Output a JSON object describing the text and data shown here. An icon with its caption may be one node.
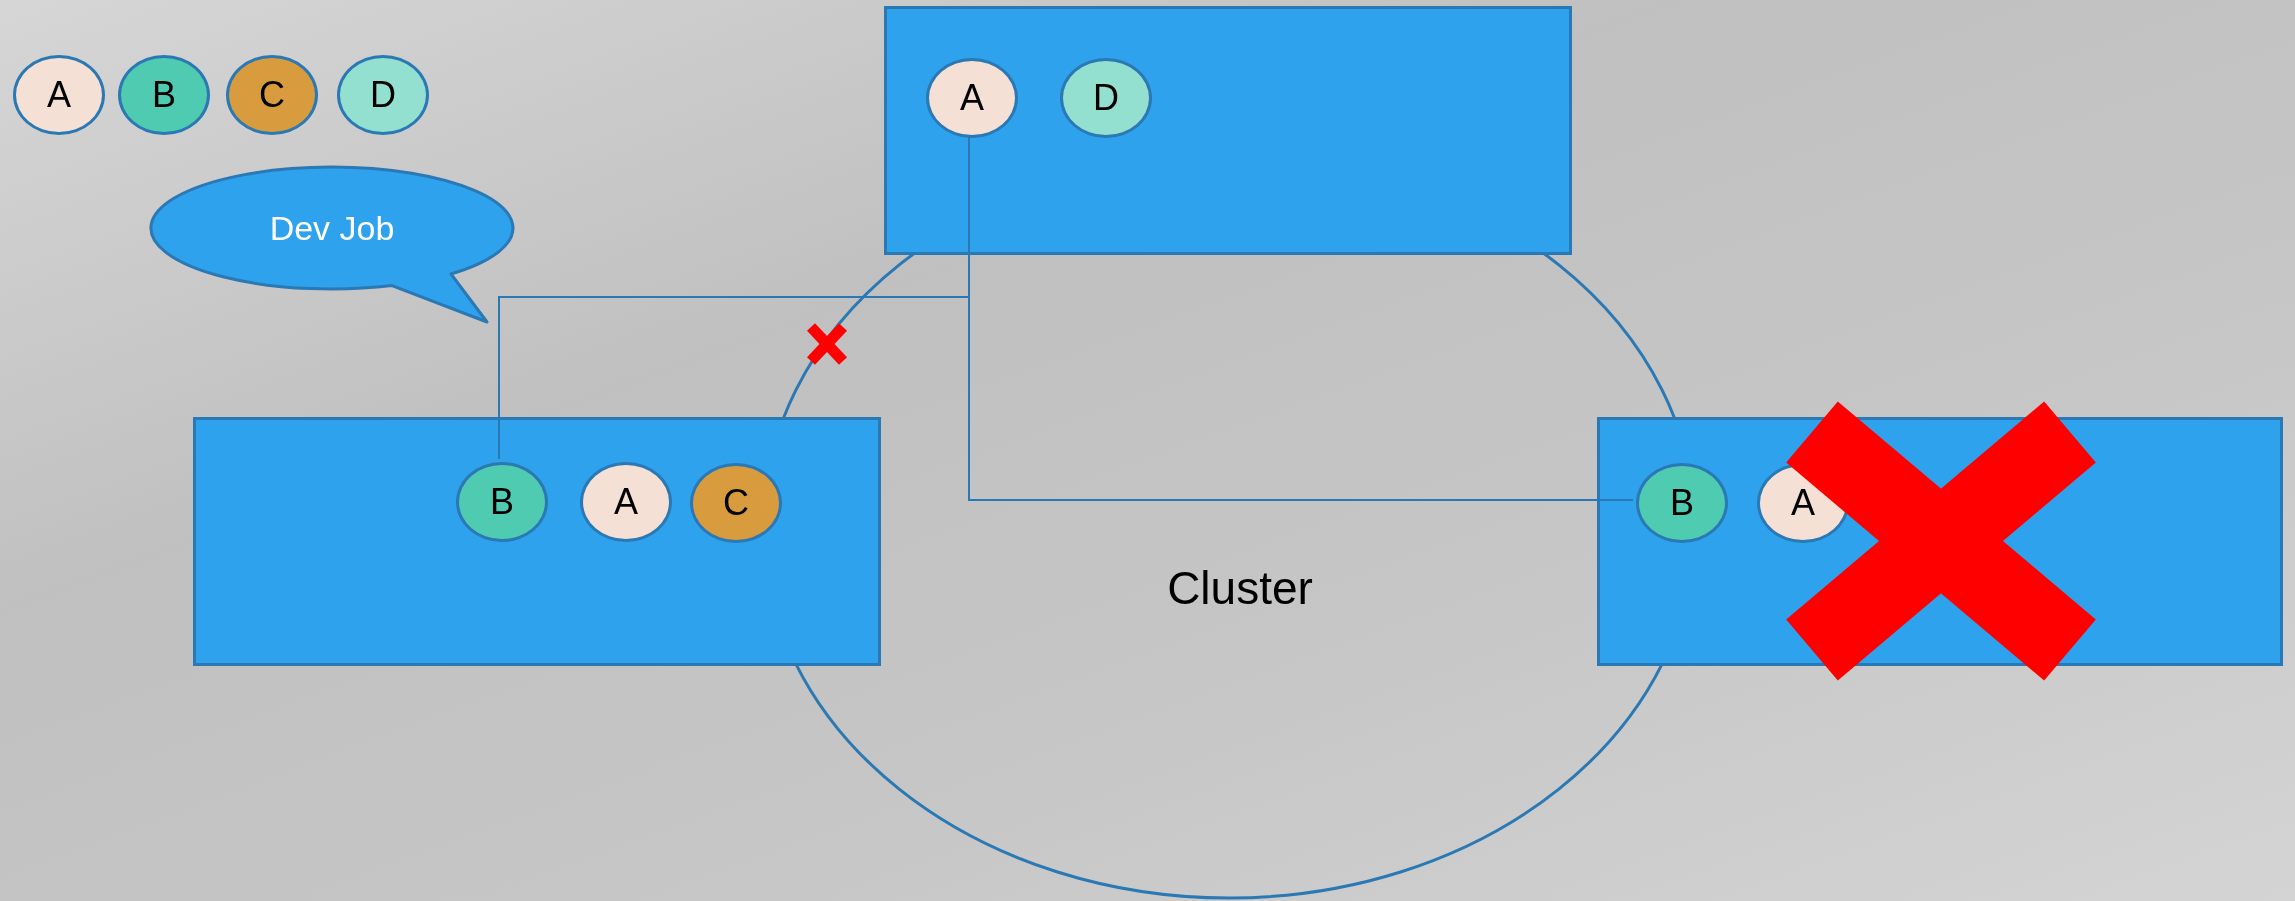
{
  "diagram": {
    "nodes": [
      {
        "text": [
          "A"
        ]
      },
      {
        "text": [
          "B"
        ]
      },
      {
        "text": [
          "C"
        ]
      },
      {
        "text": [
          "D"
        ]
      },
      {
        "text": [],
        "shape": "box"
      },
      {
        "text": [
          "A"
        ],
        "in": 4
      },
      {
        "text": [
          "D"
        ],
        "in": 4
      },
      {
        "text": [
          "Dev Job"
        ]
      },
      {
        "text": [],
        "shape": "box"
      },
      {
        "text": [
          "B"
        ],
        "in": 8
      },
      {
        "text": [
          "A"
        ],
        "in": 8
      },
      {
        "text": [
          "C"
        ],
        "in": 8
      },
      {
        "text": [],
        "shape": "box"
      },
      {
        "text": [
          "B"
        ],
        "in": 12
      },
      {
        "text": [
          "A"
        ],
        "in": 12
      }
    ],
    "edges": [
      {
        "from": 5,
        "to": 9,
        "arrow": "none"
      },
      {
        "from": 5,
        "to": 13,
        "arrow": "none"
      }
    ],
    "labels": [
      "Cluster"
    ]
  }
}
